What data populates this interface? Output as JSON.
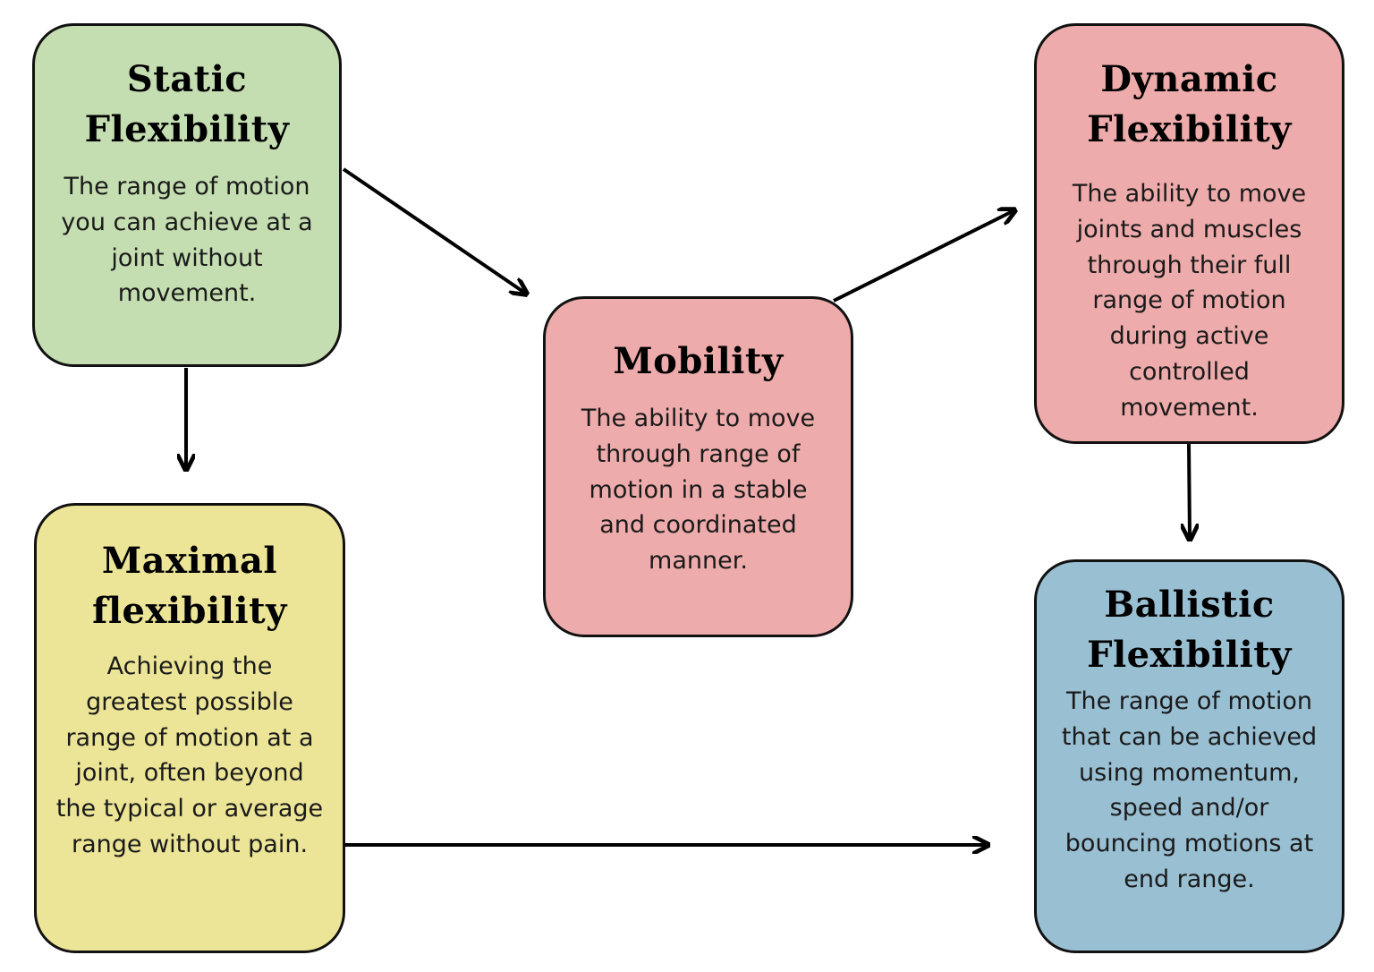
{
  "colors": {
    "static_fill": "#c5deb1",
    "mobility_fill": "#eeabab",
    "dynamic_fill": "#eeabab",
    "maximal_fill": "#ece597",
    "ballistic_fill": "#99bfd2",
    "border": "#111111",
    "arrow": "#000000"
  },
  "nodes": {
    "static": {
      "title": "Static Flexibility",
      "description": "The range of motion you can achieve at a joint without movement."
    },
    "mobility": {
      "title": "Mobility",
      "description": "The ability to move through range of motion in a stable and coordinated manner."
    },
    "dynamic": {
      "title": "Dynamic Flexibility",
      "description": "The ability to move joints and muscles through their full range of motion during active controlled movement."
    },
    "maximal": {
      "title": "Maximal flexibility",
      "description": "Achieving the greatest possible range of motion at a joint, often beyond the typical or average range without pain."
    },
    "ballistic": {
      "title": "Ballistic Flexibility",
      "description": "The range of motion that can be achieved using momentum, speed and/or bouncing motions at end range."
    }
  },
  "edges": [
    {
      "from": "static",
      "to": "mobility"
    },
    {
      "from": "static",
      "to": "maximal"
    },
    {
      "from": "mobility",
      "to": "dynamic"
    },
    {
      "from": "dynamic",
      "to": "ballistic"
    },
    {
      "from": "maximal",
      "to": "ballistic"
    }
  ]
}
